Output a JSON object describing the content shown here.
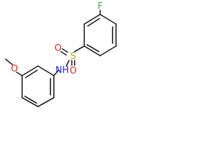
{
  "molecule": {
    "atoms": {
      "fluorine": "F",
      "sulfur": "S",
      "oxygen_left": "O",
      "oxygen_bottom": "O",
      "nitrogen_hydrogen": "NH",
      "methoxy_oxygen": "O"
    },
    "colors": {
      "F": "#3fae3f",
      "S": "#b3a320",
      "O": "#e02020",
      "N": "#2020e0",
      "bond": "#1a1a1a"
    }
  }
}
